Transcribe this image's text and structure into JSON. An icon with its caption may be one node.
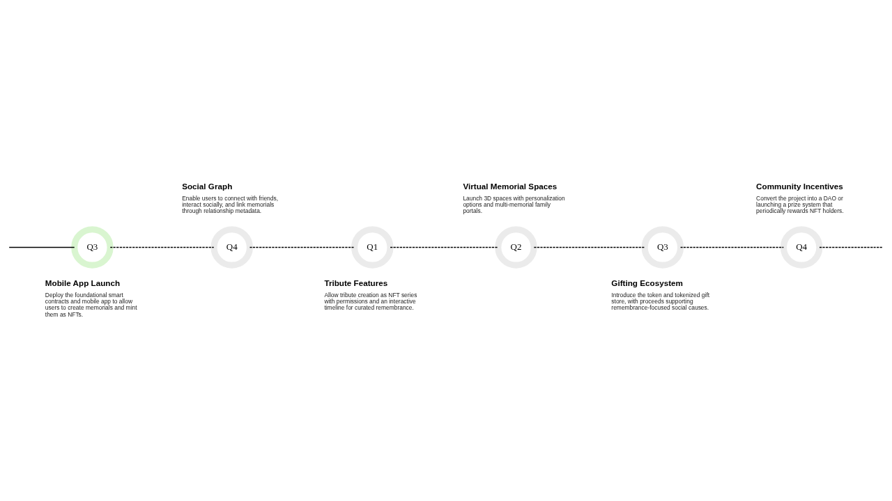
{
  "diagram": {
    "nodes": [
      {
        "text": [
          "Q3"
        ],
        "beside": [
          "Mobile App Launch",
          "Deploy the foundational smart contracts and mobile app to allow users to create memorials and mint them as NFTs."
        ]
      },
      {
        "text": [
          "Q4"
        ],
        "beside": [
          "Social Graph",
          "Enable users to connect with friends, interact socially, and link memorials through relationship metadata."
        ]
      },
      {
        "text": [
          "Q1"
        ],
        "beside": [
          "Tribute Features",
          "Allow tribute creation as NFT series with permissions and an interactive timeline for curated remembrance."
        ]
      },
      {
        "text": [
          "Q2"
        ],
        "beside": [
          "Virtual Memorial Spaces",
          "Launch 3D spaces with personalization options and multi-memorial family portals."
        ]
      },
      {
        "text": [
          "Q3"
        ],
        "beside": [
          "Gifting Ecosystem",
          "Introduce the token and tokenized gift store, with proceeds supporting remembrance-focused social causes."
        ]
      },
      {
        "text": [
          "Q4"
        ],
        "beside": [
          "Community Incentives",
          "Convert the project into a DAO or launching a prize system that periodically rewards NFT holders."
        ]
      }
    ],
    "edges": [
      {
        "from": null,
        "to": 0,
        "arrow": "none"
      },
      {
        "from": 0,
        "to": 1,
        "arrow": "none",
        "style": "dashed"
      },
      {
        "from": 1,
        "to": 2,
        "arrow": "none",
        "style": "dashed"
      },
      {
        "from": 2,
        "to": 3,
        "arrow": "none",
        "style": "dashed"
      },
      {
        "from": 3,
        "to": 4,
        "arrow": "none",
        "style": "dashed"
      },
      {
        "from": 4,
        "to": 5,
        "arrow": "none",
        "style": "dashed"
      },
      {
        "from": 5,
        "to": null,
        "arrow": "none",
        "style": "dashed"
      }
    ]
  }
}
